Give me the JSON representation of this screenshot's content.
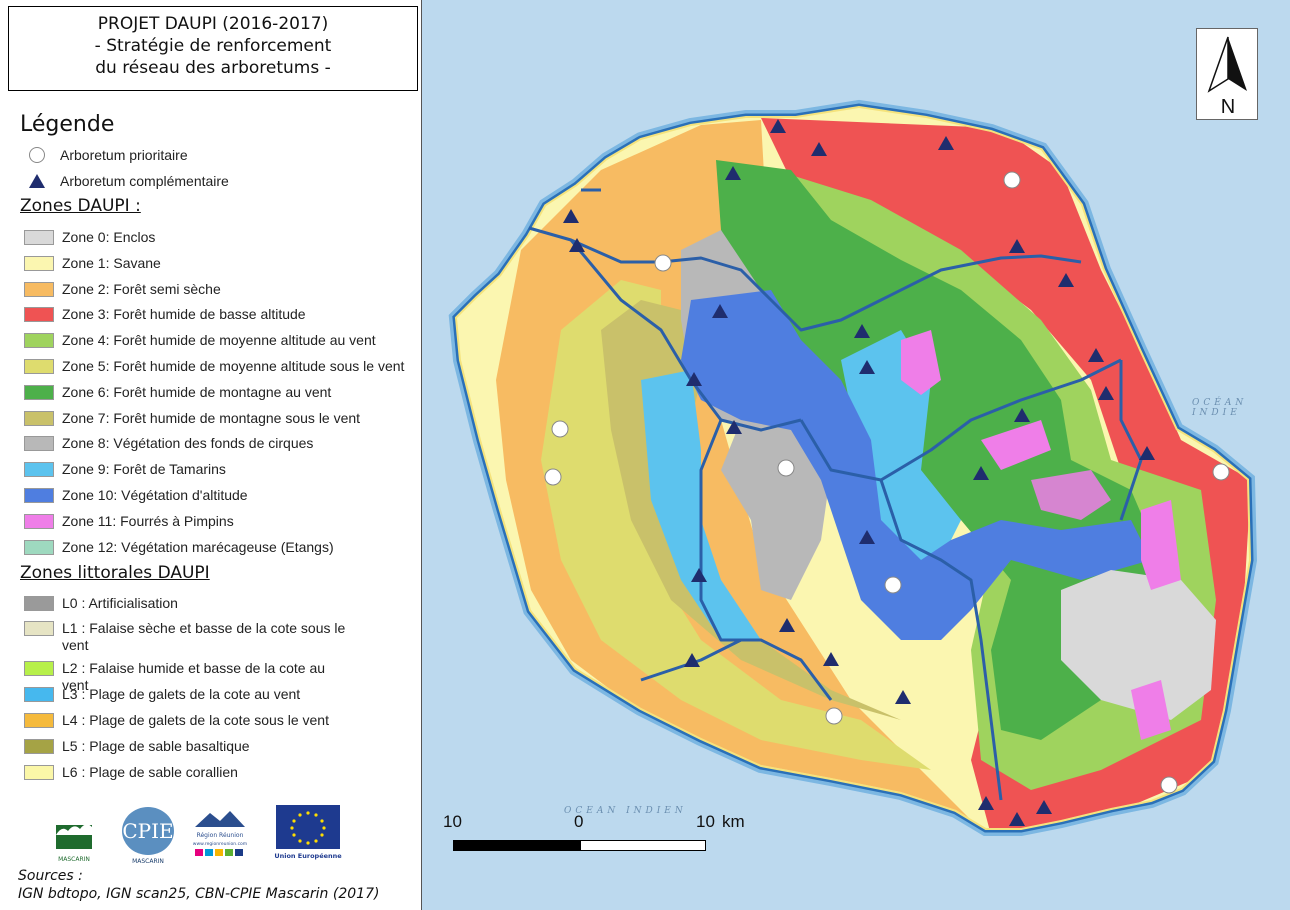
{
  "title": {
    "line1": "PROJET DAUPI (2016-2017)",
    "line2": "- Stratégie de renforcement",
    "line3": "du réseau des arboretums -"
  },
  "legend": {
    "title": "Légende",
    "symbols": [
      {
        "label": "Arboretum prioritaire",
        "icon": "white-circle-icon"
      },
      {
        "label": "Arboretum complémentaire",
        "icon": "navy-triangle-icon"
      }
    ],
    "zones_title": "Zones DAUPI :",
    "zones": [
      {
        "label": "Zone 0: Enclos",
        "color": "#d9d9d9"
      },
      {
        "label": "Zone 1: Savane",
        "color": "#fbf6b0"
      },
      {
        "label": "Zone 2: Forêt semi sèche",
        "color": "#f7bb62"
      },
      {
        "label": "Zone 3: Forêt humide de basse altitude",
        "color": "#ef5353"
      },
      {
        "label": "Zone 4: Forêt humide de moyenne altitude au vent",
        "color": "#9fd35e"
      },
      {
        "label": "Zone 5: Forêt humide de moyenne altitude sous le vent",
        "color": "#dedc6e"
      },
      {
        "label": "Zone 6: Forêt humide de montagne au vent",
        "color": "#4db04a"
      },
      {
        "label": "Zone 7: Forêt humide de montagne sous le vent",
        "color": "#c9c16a"
      },
      {
        "label": "Zone 8: Végétation des fonds de cirques",
        "color": "#b8b8b8"
      },
      {
        "label": "Zone 9: Forêt de Tamarins",
        "color": "#5cc3ee"
      },
      {
        "label": "Zone 10: Végétation d'altitude",
        "color": "#4f7ee0"
      },
      {
        "label": "Zone 11: Fourrés à Pimpins",
        "color": "#ef7ee8"
      },
      {
        "label": "Zone 12: Végétation marécageuse (Etangs)",
        "color": "#9ed9bf"
      }
    ],
    "littoral_title": "Zones littorales DAUPI",
    "littoral": [
      {
        "label": "L0 : Artificialisation",
        "color": "#9a9a9a"
      },
      {
        "label": "L1 : Falaise sèche et basse de la cote sous le vent",
        "color": "#e6e4c4"
      },
      {
        "label": "L2 : Falaise humide et basse de la cote au vent",
        "color": "#b7f04a"
      },
      {
        "label": "L3 : Plage de galets de la cote au vent",
        "color": "#46b8ee"
      },
      {
        "label": "L4 : Plage de galets de la cote sous le vent",
        "color": "#f5ba3c"
      },
      {
        "label": "L5 : Plage de sable basaltique",
        "color": "#a5a345"
      },
      {
        "label": "L6 : Plage de sable corallien",
        "color": "#fbf7a8"
      }
    ]
  },
  "logos": {
    "mascarin": "MASCARIN",
    "cpie": "CPIE",
    "cpie_sub": "MASCARIN",
    "region": "Région Réunion",
    "region_url": "www.regionreunion.com",
    "eu": "Union Européenne"
  },
  "sources": {
    "line1": "Sources :",
    "line2": "IGN bdtopo, IGN scan25, CBN-CPIE Mascarin (2017)"
  },
  "map": {
    "north_label": "N",
    "ocean_east": "OCÉAN INDIE",
    "ocean_south": "OCEAN INDIEN",
    "scale": {
      "left": "10",
      "middle": "0",
      "right": "10",
      "unit": "km"
    },
    "colors": {
      "ocean": "#bcd9ee",
      "coast": "#2a70b8",
      "roads": "#2b5fa8",
      "triangle": "#1f2d6e"
    }
  }
}
